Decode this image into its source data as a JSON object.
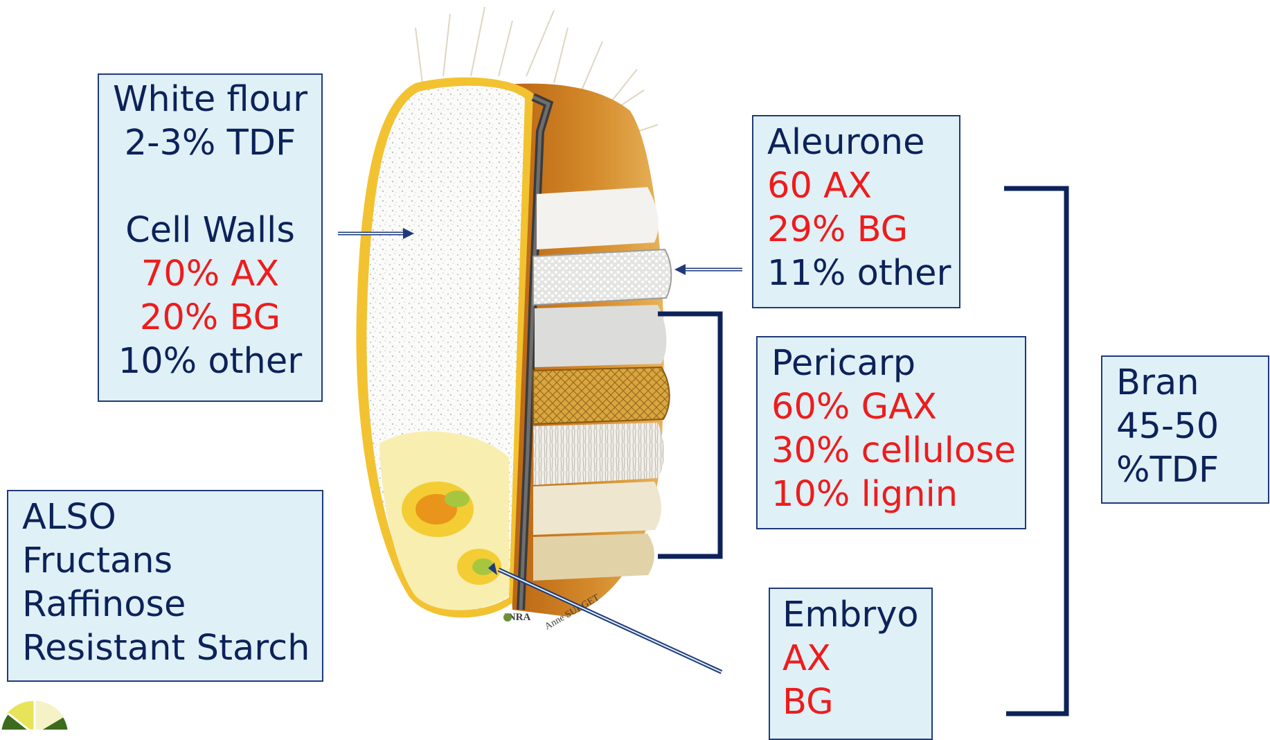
{
  "white_flour": {
    "title": "White flour",
    "tdf": "2-3% TDF",
    "cell_walls": "Cell Walls",
    "ax": "70% AX",
    "bg": "20% BG",
    "other": "10% other"
  },
  "also": {
    "title": "ALSO",
    "item1": "Fructans",
    "item2": "Raffinose",
    "item3": "Resistant Starch"
  },
  "aleurone": {
    "title": "Aleurone",
    "ax": "60 AX",
    "bg": "29% BG",
    "other": "11% other"
  },
  "pericarp": {
    "title": "Pericarp",
    "gax": "60% GAX",
    "cellulose": "30% cellulose",
    "lignin": "10% lignin"
  },
  "embryo": {
    "title": "Embryo",
    "ax": "AX",
    "bg": "BG"
  },
  "bran": {
    "title": "Bran",
    "value": "45-50",
    "unit": "%TDF"
  },
  "credit": {
    "org": "INRA",
    "author": "Anne SURGET"
  },
  "colors": {
    "box_fill": "#dff0f7",
    "box_border": "#1f3a7a",
    "text_dark": "#0c2259",
    "text_red": "#ee1c1c",
    "bracket": "#0c2259"
  }
}
